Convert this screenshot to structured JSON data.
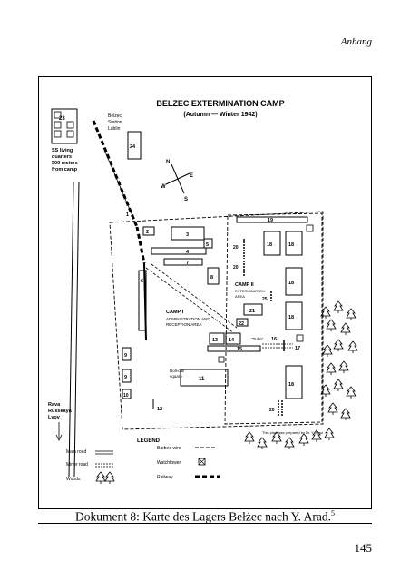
{
  "page": {
    "header": "Anhang",
    "caption_main": "Dokument 8: Karte des Lagers Bełżec nach Y. Arad.",
    "caption_note": "5",
    "page_number": "145"
  },
  "map": {
    "title": "BELZEC EXTERMINATION CAMP",
    "subtitle": "(Autumn — Winter 1942)",
    "station_label": [
      "Belzec",
      "Station",
      "Lublin"
    ],
    "ss_quarters": [
      "SS living",
      "quarters",
      "500 meters",
      "from camp"
    ],
    "rava_label": [
      "Rava",
      "Russkaya",
      "Lvov"
    ],
    "compass": {
      "n": "N",
      "s": "S",
      "e": "E",
      "w": "W"
    },
    "camp1_label": "CAMP I",
    "camp1_sub": [
      "ADMINISTRATION AND",
      "RECEPTION AREA"
    ],
    "camp2_label": "CAMP II",
    "camp2_sub": [
      "EXTERMINATION",
      "AREA"
    ],
    "tube_label": "\"Tube\"",
    "roll_call": [
      "Roll-call",
      "square"
    ],
    "prepared_by": "This plan was prepared by Dr. Y. Arad",
    "numbers": {
      "n1": "1",
      "n2": "2",
      "n3": "3",
      "n4": "4",
      "n5": "5",
      "n6": "6",
      "n7": "7",
      "n8": "8",
      "n9a": "9",
      "n9b": "9",
      "n10": "10",
      "n11": "11",
      "n12": "12",
      "n13": "13",
      "n14": "14",
      "n15": "15",
      "n16": "16",
      "n17": "17",
      "n18a": "18",
      "n18b": "18",
      "n18c": "18",
      "n18d": "18",
      "n18e": "18",
      "n19": "19",
      "n20a": "20",
      "n20b": "20",
      "n20c": "20",
      "n21": "21",
      "n22": "22",
      "n23": "23",
      "n24": "24",
      "n25": "25"
    },
    "legend": {
      "title": "LEGEND",
      "main_road": "Main road",
      "minor_road": "Minor road",
      "woods": "Woods",
      "barbed_wire": "Barbed wire",
      "watchtower": "Watchtower",
      "railway": "Railway"
    }
  }
}
